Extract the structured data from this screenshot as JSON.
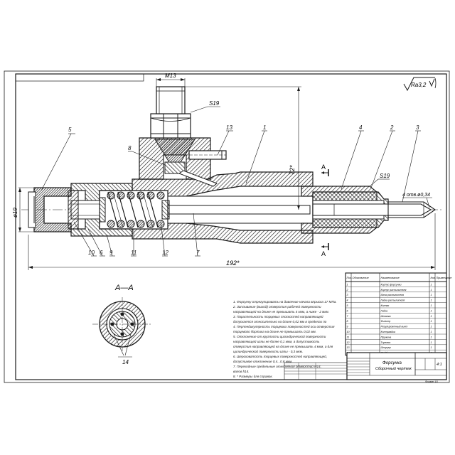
{
  "dimensions": {
    "m13": "M13",
    "s19_top": "S19",
    "s19_right": "S19",
    "d19": "ø19",
    "d72": "72*",
    "d192": "192*",
    "hole_spec": "4 отв.ø0,34"
  },
  "roughness": "Ra3,2",
  "section": {
    "cut_label_top": "A",
    "cut_label_bottom": "A",
    "view_title": "A—A"
  },
  "callouts": [
    "5",
    "8",
    "13",
    "1",
    "4",
    "2",
    "3",
    "10",
    "6",
    "9",
    "11",
    "12",
    "7",
    "14"
  ],
  "notes": [
    "1. Форсунку отрегулировать на давление начала впрыска 17 МПа.",
    "2. Заплывание (выход) отверстия рабочей поверхности",
    "направляющей на длине не превышать  4 мкм, а ниже - 2 мкм.",
    "3. Параллельность торцевых плоскостей направляющей",
    "допускается относительно на длине 0,02 мм в пределах по",
    "4. Перпендикулярность торцевых поверхностей оси отверстия",
    "торцевого бортика на длине не превышать 0,02 мм.",
    "5. Отклонение от круглости цилиндрической поверхности",
    "направляющей иглы не более 0,1 мкм, а допустимость",
    "отверстия направляющей на длине не превышать 4 мкм, а для",
    "цилиндрической поверхности иглы - 0,3 мкм.",
    "6. Шероховатость торцевых поверхностей направляющей,",
    "допустимое отклонение  0,4...0,8 мкм.",
    "7. Переходные предельные отклонения отверстий Н14,",
    "валов h14.",
    "8. * Размеры для справок."
  ],
  "spec_table": {
    "headers": [
      "Поз.",
      "Обозначение",
      "Наименование",
      "Кол.",
      "Примечание"
    ],
    "rows": [
      [
        "1",
        "",
        "Корпус форсунки",
        "1",
        ""
      ],
      [
        "2",
        "",
        "Корпус распылителя",
        "1",
        ""
      ],
      [
        "3",
        "",
        "Игла распылителя",
        "1",
        ""
      ],
      [
        "4",
        "",
        "Гайка распылителя",
        "1",
        ""
      ],
      [
        "5",
        "",
        "Колпак",
        "1",
        ""
      ],
      [
        "6",
        "",
        "Гайка",
        "1",
        ""
      ],
      [
        "7",
        "",
        "Штанга",
        "1",
        ""
      ],
      [
        "8",
        "",
        "Фильтр",
        "1",
        ""
      ],
      [
        "9",
        "",
        "Регулировочный винт",
        "1",
        ""
      ],
      [
        "10",
        "",
        "Контргайка",
        "1",
        ""
      ],
      [
        "11",
        "",
        "Пружина",
        "1",
        ""
      ],
      [
        "12",
        "",
        "Тарелка",
        "1",
        ""
      ],
      [
        "13",
        "",
        "Штуцер",
        "1",
        ""
      ],
      [
        "14",
        "",
        "Шайба",
        "4",
        ""
      ]
    ]
  },
  "title_block": {
    "name": "Форсунка",
    "doc_type": "Сборочный чертеж",
    "scale": "4:1",
    "format": "Формат А1"
  },
  "colors": {
    "line": "#1a1a1a",
    "hatch": "#1a1a1a",
    "fill": "#ffffff"
  }
}
